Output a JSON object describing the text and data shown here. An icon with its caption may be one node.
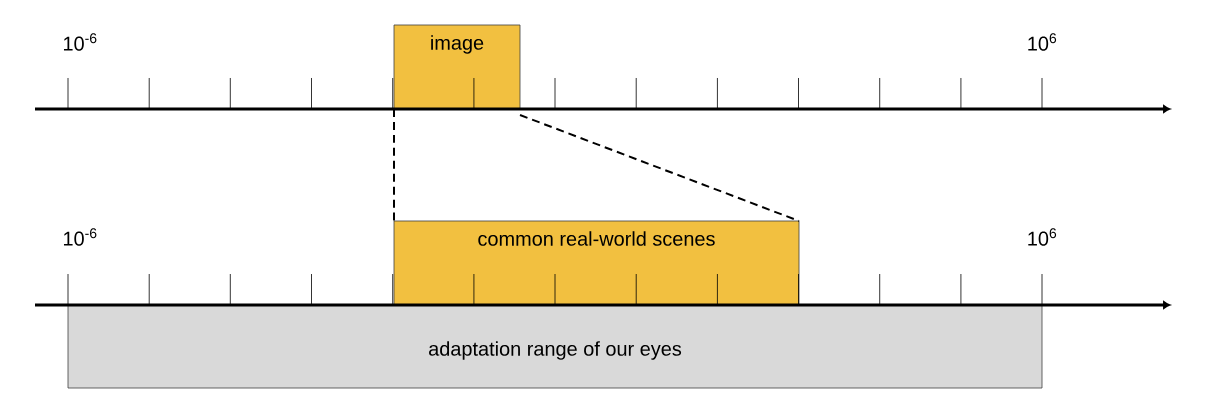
{
  "diagram": {
    "nodes": [
      {
        "text": [
          "image"
        ]
      },
      {
        "text": [
          "common real-world scenes"
        ]
      },
      {
        "text": [
          "adaptation range of our eyes"
        ]
      }
    ],
    "edges": [
      {
        "from": 0,
        "to": 1,
        "arrow": "none",
        "style": "dashed"
      },
      {
        "from": 0,
        "to": 1,
        "arrow": "none",
        "style": "dashed"
      }
    ],
    "labels": [
      "10$^{-6}$",
      "10$^{6}$",
      "10$^{-6}$",
      "10$^{6}$"
    ]
  }
}
